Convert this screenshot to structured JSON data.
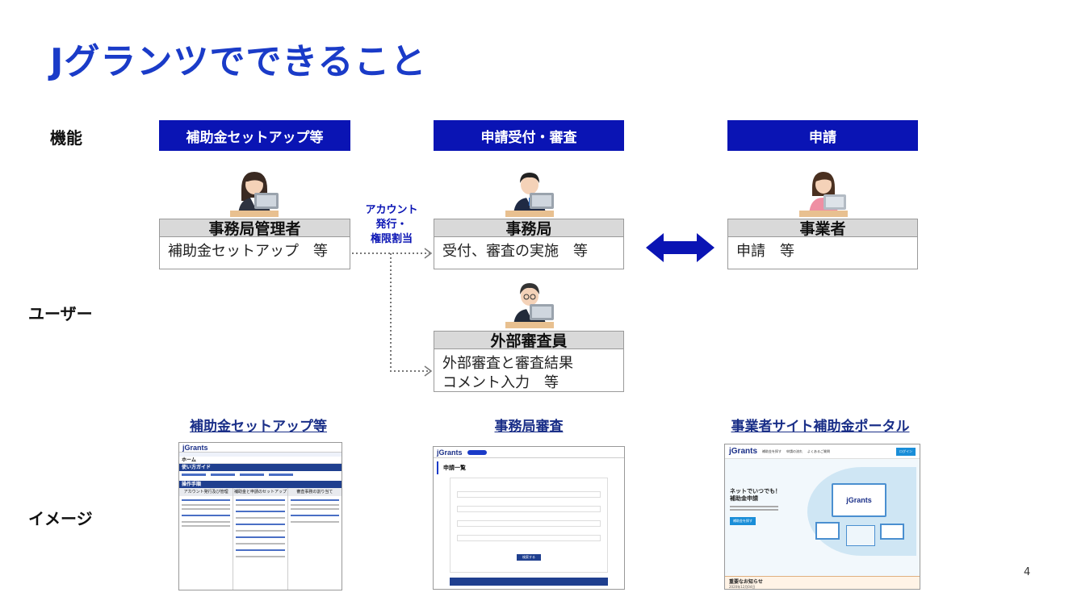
{
  "page": {
    "title": "Jグランツでできること",
    "page_number": "4"
  },
  "row_labels": {
    "function": "機能",
    "user": "ユーザー",
    "image": "イメージ"
  },
  "functions": [
    {
      "label": "補助金セットアップ等"
    },
    {
      "label": "申請受付・審査"
    },
    {
      "label": "申請"
    }
  ],
  "users": {
    "admin": {
      "title": "事務局管理者",
      "lines": [
        "補助金セットアップ　等"
      ]
    },
    "office": {
      "title": "事務局",
      "lines": [
        "受付、審査の実施　等"
      ]
    },
    "business": {
      "title": "事業者",
      "lines": [
        "申請　等"
      ]
    },
    "reviewer": {
      "title": "外部審査員",
      "lines": [
        "外部審査と審査結果",
        "コメント入力　等"
      ]
    }
  },
  "account_note": [
    "アカウント",
    "発行・",
    "権限割当"
  ],
  "images": [
    {
      "title": "補助金セットアップ等"
    },
    {
      "title": "事務局審査"
    },
    {
      "title": "事業者サイト補助金ポータル"
    }
  ],
  "screens": {
    "s1": {
      "logo": "jGrants",
      "home": "ホーム",
      "guide": "使い方ガイド",
      "procedure": "操作手順",
      "col1": "アカウント発行及び管理",
      "col2": "補助金と申請のセットアップ",
      "col3": "審査事務の割り当て"
    },
    "s2": {
      "logo": "jGrants",
      "list_title": "申請一覧",
      "search_button": "検索する"
    },
    "s3": {
      "logo": "jGrants",
      "nav": [
        "補助金を探す",
        "申請の流れ",
        "よくあるご質問"
      ],
      "login": "ログイン",
      "hero_line1": "ネットでいつでも！",
      "hero_line2": "補助金申請",
      "hero_button": "補助金を探す",
      "card_logo": "jGrants",
      "notice_title": "重要なお知らせ",
      "notice_date": "2020年12月04日"
    }
  },
  "colors": {
    "accent": "#0a14b4",
    "title": "#1a3bc8",
    "card_header": "#d9d9d9"
  }
}
